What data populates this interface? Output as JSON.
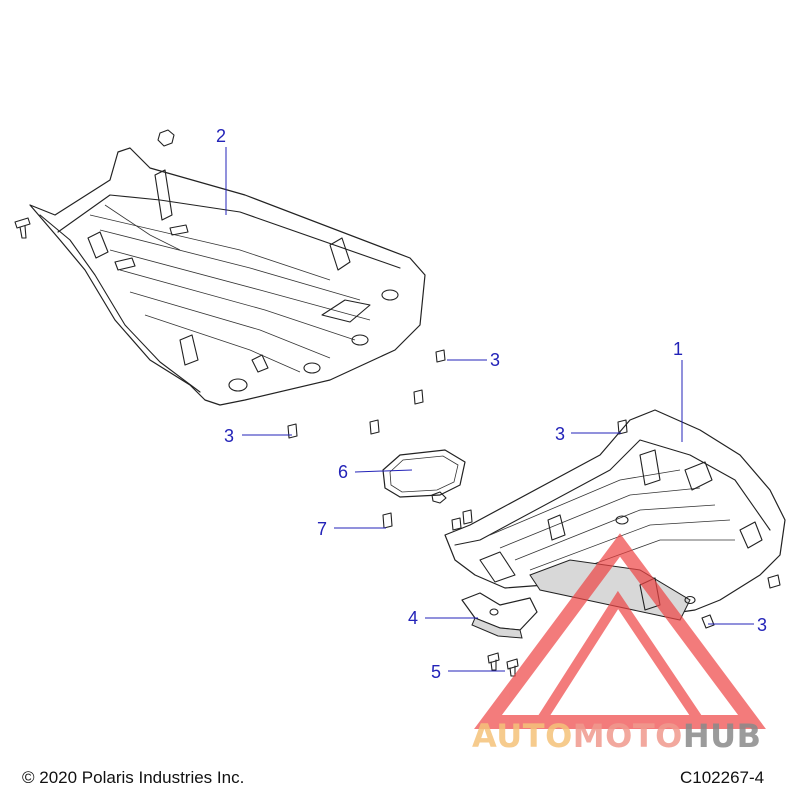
{
  "callouts": [
    {
      "id": "1",
      "label": "1"
    },
    {
      "id": "2",
      "label": "2"
    },
    {
      "id": "3a",
      "label": "3"
    },
    {
      "id": "3b",
      "label": "3"
    },
    {
      "id": "3c",
      "label": "3"
    },
    {
      "id": "3d",
      "label": "3"
    },
    {
      "id": "4",
      "label": "4"
    },
    {
      "id": "5",
      "label": "5"
    },
    {
      "id": "6",
      "label": "6"
    },
    {
      "id": "7",
      "label": "7"
    }
  ],
  "footer": {
    "copyright": "© 2020 Polaris Industries Inc.",
    "figure_id": "C102267-4"
  },
  "watermark": {
    "auto": "AUTO",
    "moto": "MOTO",
    "hub": "HUB",
    "colors": {
      "auto": "#f5c27a",
      "moto": "#f09a8e",
      "hub": "#8a8a8a",
      "triangle": "#ee4444"
    }
  },
  "colors": {
    "callout": "#2323b8",
    "line": "#222222"
  }
}
